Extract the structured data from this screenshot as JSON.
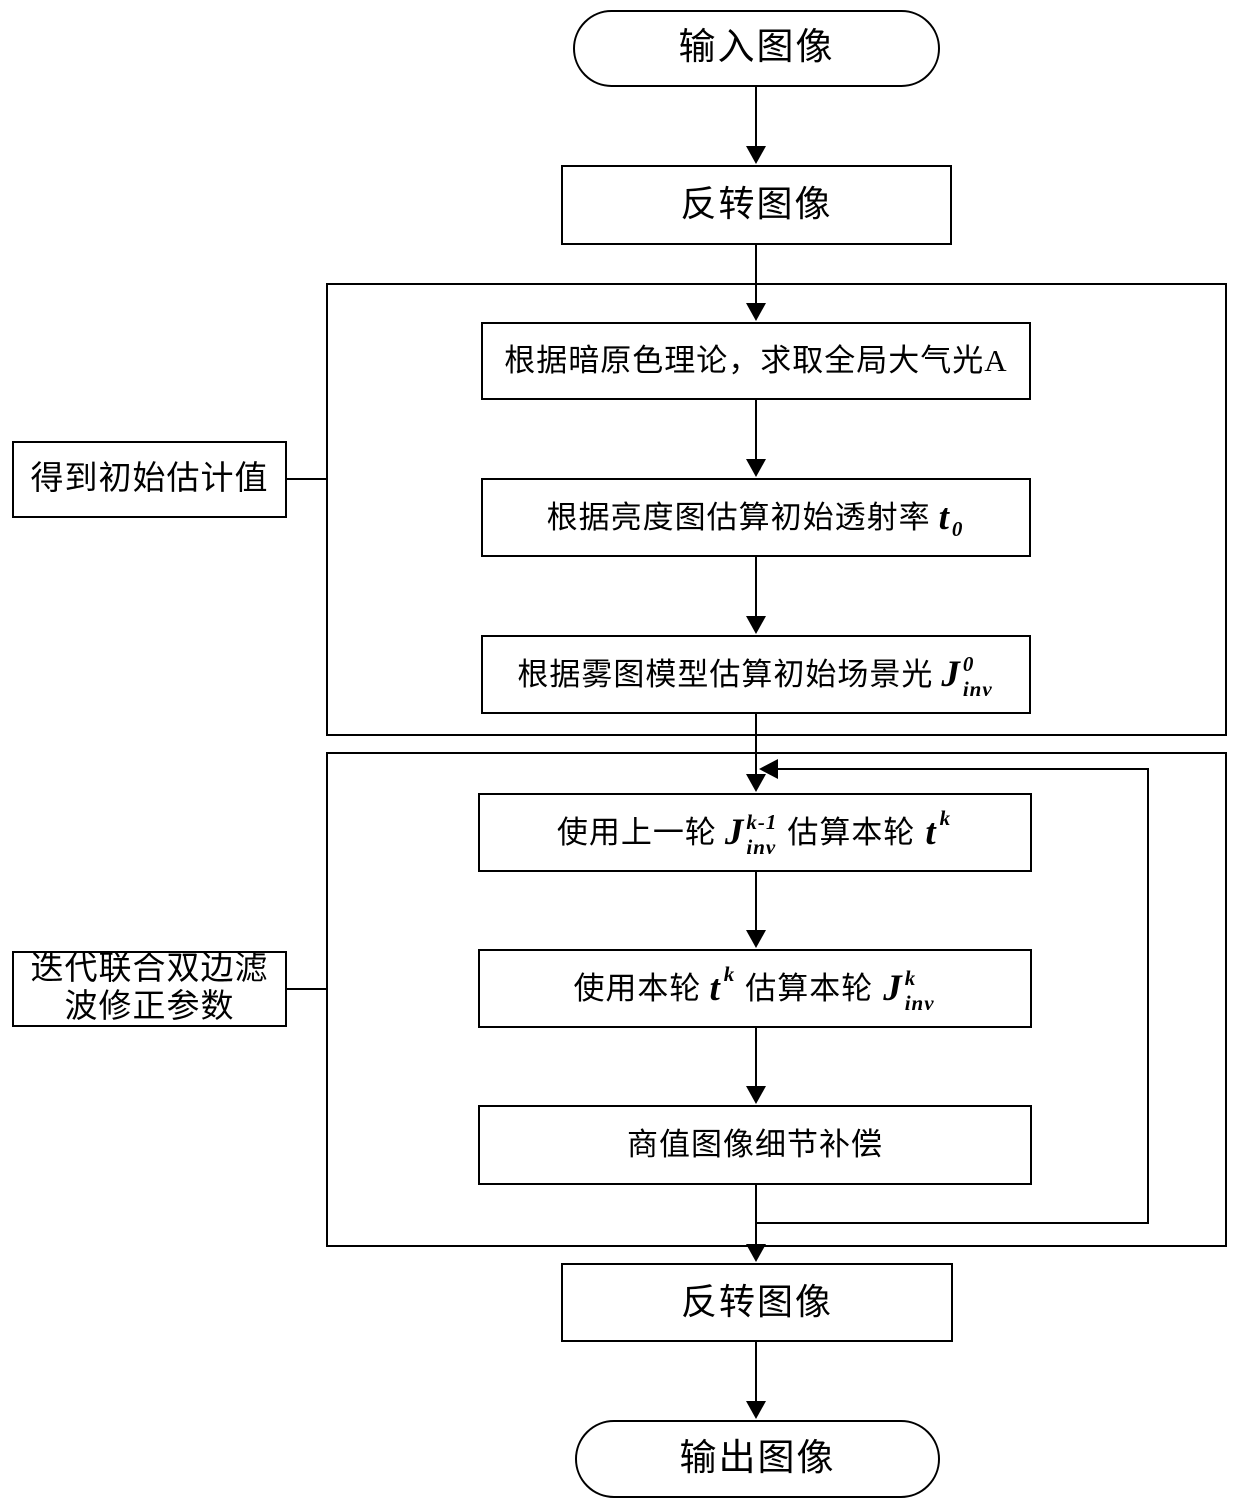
{
  "nodes": {
    "start": "输入图像",
    "invert_top": "反转图像",
    "s1": "根据暗原色理论，求取全局大气光A",
    "s2": {
      "text": "根据亮度图估算初始透射率",
      "var": "t",
      "sub": "0"
    },
    "s3": {
      "text": "根据雾图模型估算初始场景光",
      "var": "J",
      "sup": "0",
      "sub": "inv"
    },
    "s4": {
      "t1": "使用上一轮",
      "var1": "J",
      "sup1": "k-1",
      "sub1": "inv",
      "t2": "估算本轮",
      "var2": "t",
      "sup2": "k"
    },
    "s5": {
      "t1": "使用本轮",
      "var1": "t",
      "sup1": "k",
      "t2": "估算本轮",
      "var2": "J",
      "sup2": "k",
      "sub2": "inv"
    },
    "s6": "商值图像细节补偿",
    "invert_bottom": "反转图像",
    "end": "输出图像"
  },
  "side_labels": {
    "initial_estimate": {
      "line1": "得到初始估计值"
    },
    "iterative_filter": {
      "line1": "迭代联合双边滤",
      "line2": "波修正参数"
    }
  }
}
